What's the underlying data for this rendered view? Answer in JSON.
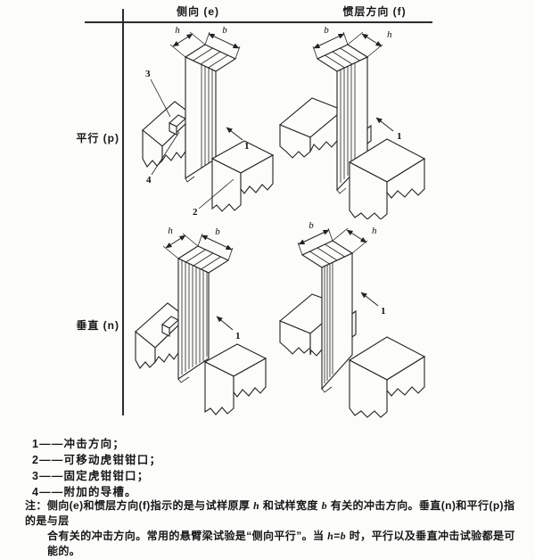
{
  "colors": {
    "ink": "#222222",
    "paper": "#fcfcfa"
  },
  "columns": {
    "left": "侧向 (e)",
    "right": "惯层方向 (f)"
  },
  "rows": {
    "top": "平行 (p)",
    "bottom": "垂直 (n)"
  },
  "dims": {
    "h": "h",
    "b": "b"
  },
  "callouts": {
    "one": "1",
    "two": "2",
    "three": "3",
    "four": "4"
  },
  "legend": {
    "items": [
      "1——冲击方向；",
      "2——可移动虎钳钳口；",
      "3——固定虎钳钳口；",
      "4——附加的导槽。"
    ]
  },
  "note": {
    "label": "注：",
    "line1": [
      "侧向(e)和惯层方向(f)指示的是与试样原厚 ",
      "h",
      " 和试样宽度 ",
      "b",
      " 有关的冲击方向。垂直(n)和平行(p)指的是与层"
    ],
    "line2": [
      "合有关的冲击方向。常用的悬臂梁试验是“侧向平行”。当 ",
      "h",
      "=",
      "b",
      " 时，平行以及垂直冲击试验都是可能的。"
    ]
  }
}
